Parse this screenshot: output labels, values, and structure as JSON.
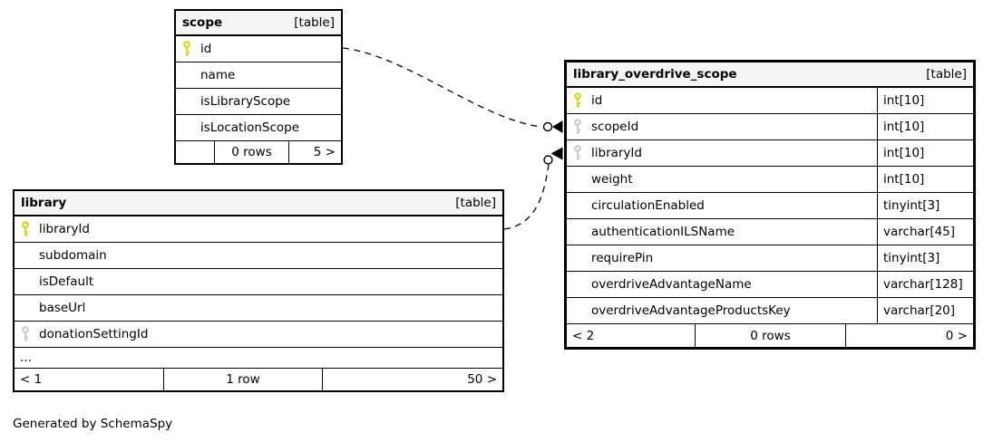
{
  "note": "Generated by SchemaSpy",
  "colors": {
    "primary_key": "#d6d600",
    "foreign_key": "#c9c9c9",
    "header_bg": "#f5f5f5",
    "border": "#000000",
    "relationship_line": "#000000"
  },
  "tables": [
    {
      "id": "scope",
      "name": "scope",
      "tag": "[table]",
      "columns": [
        {
          "name": "id",
          "key": "primary",
          "type": ""
        },
        {
          "name": "name",
          "key": "",
          "type": ""
        },
        {
          "name": "isLibraryScope",
          "key": "",
          "type": ""
        },
        {
          "name": "isLocationScope",
          "key": "",
          "type": ""
        }
      ],
      "ellipsis": false,
      "ellipsis_label": "",
      "footer": {
        "left": "",
        "center": "0 rows",
        "right": "5 >"
      }
    },
    {
      "id": "library",
      "name": "library",
      "tag": "[table]",
      "columns": [
        {
          "name": "libraryId",
          "key": "primary",
          "type": ""
        },
        {
          "name": "subdomain",
          "key": "",
          "type": ""
        },
        {
          "name": "isDefault",
          "key": "",
          "type": ""
        },
        {
          "name": "baseUrl",
          "key": "",
          "type": ""
        },
        {
          "name": "donationSettingId",
          "key": "foreign",
          "type": ""
        }
      ],
      "ellipsis": true,
      "ellipsis_label": "...",
      "footer": {
        "left": "< 1",
        "center": "1 row",
        "right": "50 >"
      }
    },
    {
      "id": "library_overdrive_scope",
      "name": "library_overdrive_scope",
      "tag": "[table]",
      "columns": [
        {
          "name": "id",
          "key": "primary",
          "type": "int[10]"
        },
        {
          "name": "scopeId",
          "key": "foreign",
          "type": "int[10]"
        },
        {
          "name": "libraryId",
          "key": "foreign",
          "type": "int[10]"
        },
        {
          "name": "weight",
          "key": "",
          "type": "int[10]"
        },
        {
          "name": "circulationEnabled",
          "key": "",
          "type": "tinyint[3]"
        },
        {
          "name": "authenticationILSName",
          "key": "",
          "type": "varchar[45]"
        },
        {
          "name": "requirePin",
          "key": "",
          "type": "tinyint[3]"
        },
        {
          "name": "overdriveAdvantageName",
          "key": "",
          "type": "varchar[128]"
        },
        {
          "name": "overdriveAdvantageProductsKey",
          "key": "",
          "type": "varchar[20]"
        }
      ],
      "ellipsis": false,
      "ellipsis_label": "",
      "footer": {
        "left": "< 2",
        "center": "0 rows",
        "right": "0 >"
      }
    }
  ],
  "relationships": [
    {
      "from": "scope.id",
      "to": "library_overdrive_scope.scopeId"
    },
    {
      "from": "library.libraryId",
      "to": "library_overdrive_scope.libraryId"
    }
  ]
}
